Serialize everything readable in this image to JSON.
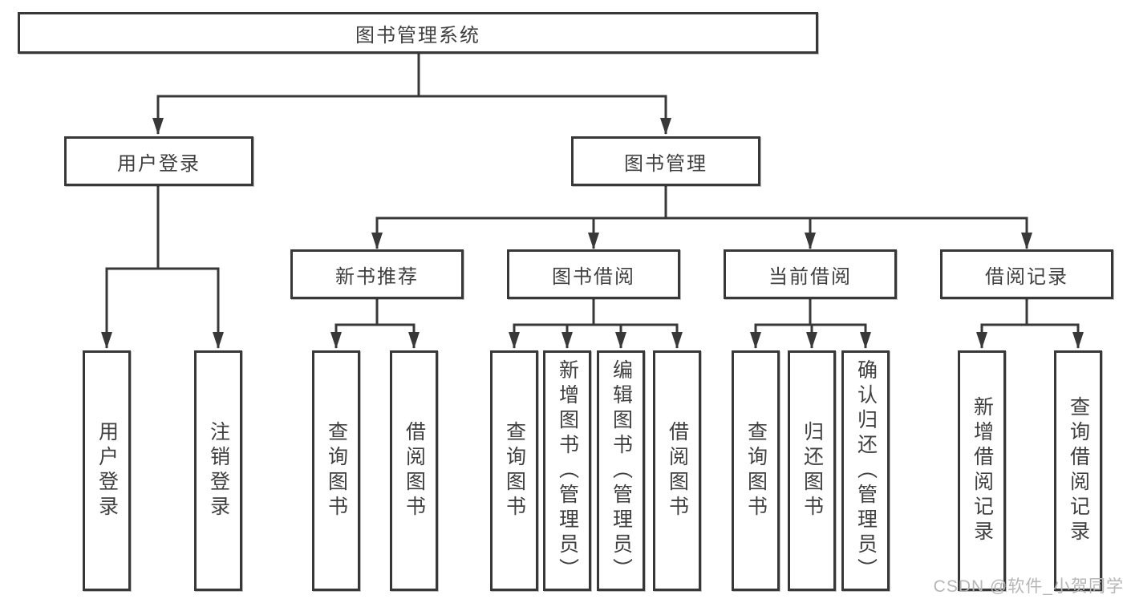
{
  "tree": {
    "root": {
      "label": "图书管理系统"
    },
    "branches": [
      {
        "label": "用户登录",
        "children": [
          {
            "label": "用户登录"
          },
          {
            "label": "注销登录"
          }
        ]
      },
      {
        "label": "图书管理",
        "groups": [
          {
            "label": "新书推荐",
            "children": [
              {
                "label": "查询图书"
              },
              {
                "label": "借阅图书"
              }
            ]
          },
          {
            "label": "图书借阅",
            "children": [
              {
                "label": "查询图书"
              },
              {
                "label": "新增图书（管理员）"
              },
              {
                "label": "编辑图书（管理员）"
              },
              {
                "label": "借阅图书"
              }
            ]
          },
          {
            "label": "当前借阅",
            "children": [
              {
                "label": "查询图书"
              },
              {
                "label": "归还图书"
              },
              {
                "label": "确认归还（管理员）"
              }
            ]
          },
          {
            "label": "借阅记录",
            "children": [
              {
                "label": "新增借阅记录"
              },
              {
                "label": "查询借阅记录"
              }
            ]
          }
        ]
      }
    ]
  },
  "watermark": {
    "text": "CSDN @软件_小贺同学"
  },
  "colors": {
    "line": "#383838",
    "box_border": "#383838",
    "text": "#3f3f3f",
    "watermark": "#b6b6b6",
    "background": "#ffffff"
  }
}
